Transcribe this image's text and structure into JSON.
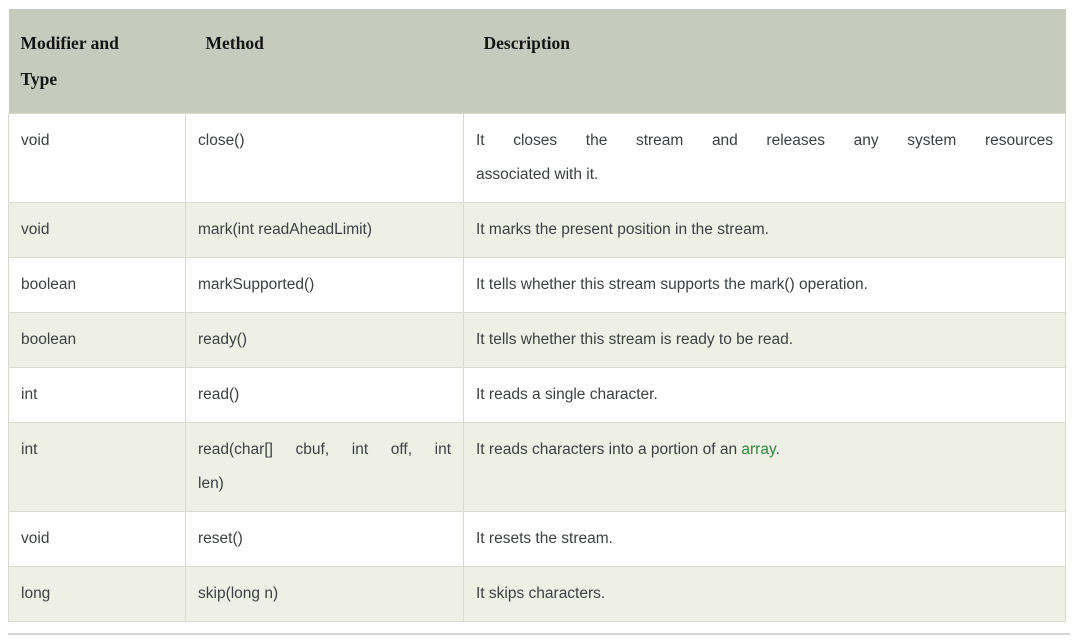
{
  "colors": {
    "header_bg": "#c7cbbd",
    "alt_row_bg": "#eef0e6",
    "row_bg": "#ffffff",
    "border": "#d9dbd0",
    "text": "#3d4043",
    "header_text": "#141414",
    "link_green": "#2e8b3c",
    "divider": "#d5d5d5"
  },
  "table": {
    "columns": [
      {
        "label": "Modifier and Type"
      },
      {
        "label": "Method"
      },
      {
        "label": "Description"
      }
    ],
    "rows": [
      {
        "modifier": "void",
        "method": {
          "lines": [
            {
              "segments": [
                {
                  "text": "close()"
                }
              ]
            }
          ]
        },
        "description": {
          "lines": [
            {
              "justify": true,
              "segments": [
                {
                  "text": "It closes the stream and releases any system resources"
                }
              ]
            },
            {
              "segments": [
                {
                  "text": "associated with it."
                }
              ]
            }
          ]
        }
      },
      {
        "modifier": "void",
        "method": {
          "lines": [
            {
              "segments": [
                {
                  "text": "mark(int readAheadLimit)"
                }
              ]
            }
          ]
        },
        "description": {
          "lines": [
            {
              "segments": [
                {
                  "text": "It marks the present position in the stream."
                }
              ]
            }
          ]
        }
      },
      {
        "modifier": "boolean",
        "method": {
          "lines": [
            {
              "segments": [
                {
                  "text": "markSupported()"
                }
              ]
            }
          ]
        },
        "description": {
          "lines": [
            {
              "segments": [
                {
                  "text": "It tells whether this stream supports the mark() operation."
                }
              ]
            }
          ]
        }
      },
      {
        "modifier": "boolean",
        "method": {
          "lines": [
            {
              "segments": [
                {
                  "text": "ready()"
                }
              ]
            }
          ]
        },
        "description": {
          "lines": [
            {
              "segments": [
                {
                  "text": "It tells whether this stream is ready to be read."
                }
              ]
            }
          ]
        }
      },
      {
        "modifier": "int",
        "method": {
          "lines": [
            {
              "segments": [
                {
                  "text": "read()"
                }
              ]
            }
          ]
        },
        "description": {
          "lines": [
            {
              "segments": [
                {
                  "text": "It reads a single character."
                }
              ]
            }
          ]
        }
      },
      {
        "modifier": "int",
        "method": {
          "lines": [
            {
              "justify": true,
              "segments": [
                {
                  "text": "read(char[] cbuf, int off, int"
                }
              ]
            },
            {
              "segments": [
                {
                  "text": "len)"
                }
              ]
            }
          ]
        },
        "description": {
          "lines": [
            {
              "segments": [
                {
                  "text": "It reads characters into a portion of an "
                },
                {
                  "text": "array",
                  "link": true
                },
                {
                  "text": "."
                }
              ]
            }
          ]
        }
      },
      {
        "modifier": "void",
        "method": {
          "lines": [
            {
              "segments": [
                {
                  "text": "reset()"
                }
              ]
            }
          ]
        },
        "description": {
          "lines": [
            {
              "segments": [
                {
                  "text": "It resets the stream."
                }
              ]
            }
          ]
        }
      },
      {
        "modifier": "long",
        "method": {
          "lines": [
            {
              "segments": [
                {
                  "text": "skip(long n)"
                }
              ]
            }
          ]
        },
        "description": {
          "lines": [
            {
              "segments": [
                {
                  "text": "It skips characters."
                }
              ]
            }
          ]
        }
      }
    ]
  }
}
